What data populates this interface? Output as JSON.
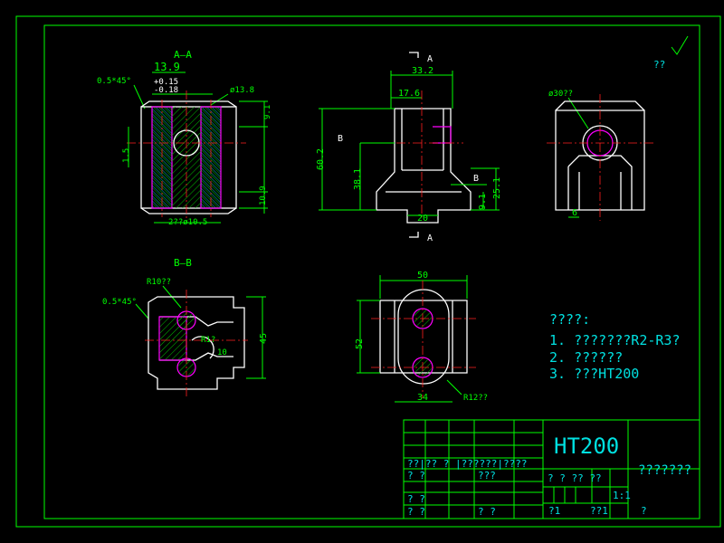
{
  "views": {
    "section_aa": {
      "title": "A—A",
      "dim_width": "13.9",
      "tol_upper": "+0.15",
      "tol_lower": "-0.18",
      "chamfer": "0.5*45°",
      "bore": "ø13.8",
      "dim_top": "9.1",
      "dim_left": "1.5",
      "dim_bottom": "10.9",
      "holes": "2??ø10.5"
    },
    "front": {
      "arrow_top": "A",
      "arrow_bottom": "A",
      "arrow_left": "B",
      "arrow_right": "B",
      "dim_top": "33.2",
      "dim_inner": "17.6",
      "dim_height": "60.2",
      "dim_mid": "38.1",
      "dim_right": "25.1",
      "dim_small": "9.1",
      "dim_base": "20"
    },
    "side": {
      "bore": "ø30??",
      "dim_bottom": "6"
    },
    "section_bb": {
      "title": "B—B",
      "chamfer": "0.5*45°",
      "r1": "R10??",
      "r2": "R1?",
      "dim_10": "10",
      "dim_45": "45"
    },
    "top": {
      "dim_top": "50",
      "dim_left": "52",
      "dim_bottom": "34",
      "radius": "R12??"
    }
  },
  "roughness": "??",
  "notes": {
    "heading": "????:",
    "items": [
      "1.  ???????R2-R3?",
      "2. ??????",
      "3. ???HT200"
    ]
  },
  "title_block": {
    "material": "HT200",
    "part_name": "???????",
    "row_labels": "??|?? ? |??????|????",
    "cell_a1": "? ?",
    "cell_a2": "???",
    "cell_b": "? ?",
    "cell_c1": "? ?",
    "cell_c2": "? ?",
    "stage_row": "? ? ?? ??",
    "scale": "1:1",
    "sheet_1": "?1",
    "sheet_2": "??1",
    "sheet_3": "?"
  }
}
